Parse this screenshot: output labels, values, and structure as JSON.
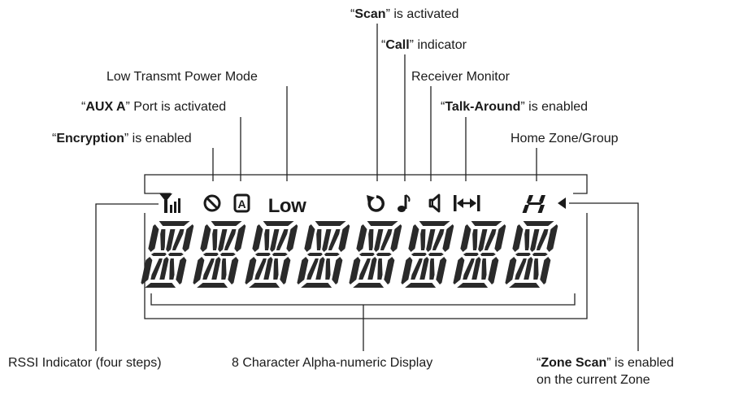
{
  "labels": {
    "scan": {
      "pre": "“",
      "bold": "Scan",
      "post": "” is activated"
    },
    "call": {
      "pre": "“",
      "bold": "Call",
      "post": "” indicator"
    },
    "low_power": {
      "text": "Low Transmt Power Mode"
    },
    "receiver_monitor": {
      "text": "Receiver Monitor"
    },
    "aux_a": {
      "pre": "“",
      "bold": "AUX A",
      "post": "” Port is activated"
    },
    "talk_around": {
      "pre": "“",
      "bold": "Talk-Around",
      "post": "” is enabled"
    },
    "encryption": {
      "pre": "“",
      "bold": "Encryption",
      "post": "” is enabled"
    },
    "home_zone": {
      "text": "Home Zone/Group"
    },
    "rssi": {
      "text": "RSSI Indicator (four steps)"
    },
    "display_8char": {
      "text": "8 Character Alpha-numeric Display"
    },
    "zone_scan": {
      "pre": "“",
      "bold": "Zone Scan",
      "post": "” is enabled",
      "line2": "on the current Zone"
    }
  },
  "icons": {
    "aux_letter": "A",
    "low_text": "Low",
    "home_glyph": "H"
  },
  "display": {
    "character_count": 8
  }
}
